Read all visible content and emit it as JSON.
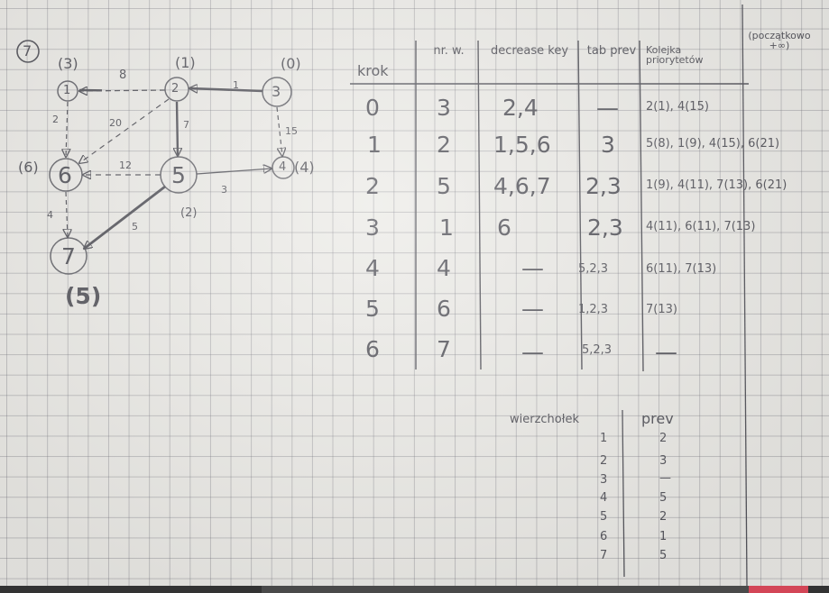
{
  "problem_number": "7",
  "graph": {
    "nodes": [
      {
        "id": "1",
        "key": "(3)"
      },
      {
        "id": "2",
        "key": "(1)"
      },
      {
        "id": "3",
        "key": "(0)"
      },
      {
        "id": "4",
        "key": "(4)"
      },
      {
        "id": "5",
        "key": "(2)"
      },
      {
        "id": "6",
        "key": "(6)"
      },
      {
        "id": "7",
        "key": "(5)"
      }
    ],
    "edges": [
      {
        "from": "2",
        "to": "1",
        "weight": "8"
      },
      {
        "from": "3",
        "to": "2",
        "weight": "1"
      },
      {
        "from": "1",
        "to": "6",
        "weight": "2"
      },
      {
        "from": "2",
        "to": "6",
        "weight": "20"
      },
      {
        "from": "2",
        "to": "5",
        "weight": "7"
      },
      {
        "from": "3",
        "to": "4",
        "weight": "15"
      },
      {
        "from": "5",
        "to": "6",
        "weight": "12"
      },
      {
        "from": "5",
        "to": "4",
        "weight": "3"
      },
      {
        "from": "6",
        "to": "7",
        "weight": "4"
      },
      {
        "from": "5",
        "to": "7",
        "weight": "5"
      }
    ]
  },
  "table": {
    "headers": [
      "krok",
      "nr. w.",
      "decrease key",
      "tab prev",
      "Kolejka priorytetów"
    ],
    "side_note": "(początkowo +∞)",
    "rows": [
      [
        "0",
        "3",
        "2,4",
        "—",
        "2(1), 4(15)"
      ],
      [
        "1",
        "2",
        "1,5,6",
        "3",
        "5(8), 1(9), 4(15), 6(21)"
      ],
      [
        "2",
        "5",
        "4,6,7",
        "2,3",
        "1(9), 4(11), 7(13), 6(21)"
      ],
      [
        "3",
        "1",
        "6",
        "2,3",
        "4(11), 6(11), 7(13)"
      ],
      [
        "4",
        "4",
        "—",
        "5,2,3",
        "6(11), 7(13)"
      ],
      [
        "5",
        "6",
        "—",
        "1,2,3",
        "7(13)"
      ],
      [
        "6",
        "7",
        "—",
        "5,2,3",
        "—"
      ]
    ]
  },
  "prev_table": {
    "headers": [
      "wierzchołek",
      "prev"
    ],
    "rows": [
      [
        "1",
        "2"
      ],
      [
        "2",
        "3"
      ],
      [
        "3",
        "—"
      ],
      [
        "4",
        "5"
      ],
      [
        "5",
        "2"
      ],
      [
        "6",
        "1"
      ],
      [
        "7",
        "5"
      ]
    ]
  },
  "colors": {
    "paper": "#ecebe7",
    "grid": "#8c8c96",
    "ink": "#55555c",
    "bottom_bar": "#333333",
    "bottom_accent": "#d34657"
  }
}
